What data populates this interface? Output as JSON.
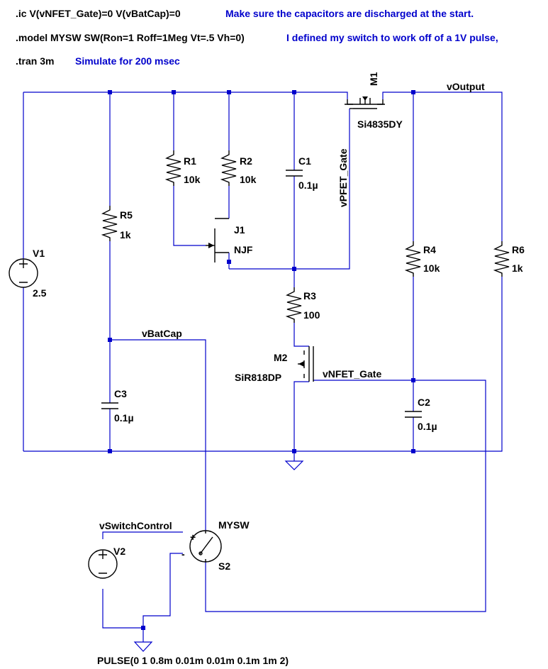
{
  "directives": {
    "ic": ".ic V(vNFET_Gate)=0 V(vBatCap)=0",
    "ic_comment": "Make sure the capacitors are discharged at the start.",
    "model": ".model MYSW SW(Ron=1 Roff=1Meg Vt=.5 Vh=0)",
    "model_comment": "I defined my switch to work off of a 1V pulse,",
    "tran": ".tran 3m",
    "tran_comment": "Simulate for 200 msec"
  },
  "components": {
    "V1": {
      "name": "V1",
      "value": "2.5"
    },
    "R1": {
      "name": "R1",
      "value": "10k"
    },
    "R2": {
      "name": "R2",
      "value": "10k"
    },
    "R3": {
      "name": "R3",
      "value": "100"
    },
    "R4": {
      "name": "R4",
      "value": "10k"
    },
    "R5": {
      "name": "R5",
      "value": "1k"
    },
    "R6": {
      "name": "R6",
      "value": "1k"
    },
    "C1": {
      "name": "C1",
      "value": "0.1µ"
    },
    "C2": {
      "name": "C2",
      "value": "0.1µ"
    },
    "C3": {
      "name": "C3",
      "value": "0.1µ"
    },
    "J1": {
      "name": "J1",
      "value": "NJF"
    },
    "M1": {
      "name": "M1",
      "value": "Si4835DY"
    },
    "M2": {
      "name": "M2",
      "value": "SiR818DP"
    },
    "S2": {
      "name": "S2",
      "value": "MYSW"
    },
    "V2": {
      "name": "V2",
      "value": "PULSE(0 1 0.8m 0.01m 0.01m 0.1m 1m 2)"
    }
  },
  "nets": {
    "vOutput": "vOutput",
    "vPFET_Gate": "vPFET_Gate",
    "vBatCap": "vBatCap",
    "vNFET_Gate": "vNFET_Gate",
    "vSwitchControl": "vSwitchControl"
  },
  "switch_pins": {
    "plus": "+",
    "minus": "-"
  },
  "colors": {
    "wire": "#0000cc",
    "comment": "#0000cc",
    "component": "#000000"
  }
}
